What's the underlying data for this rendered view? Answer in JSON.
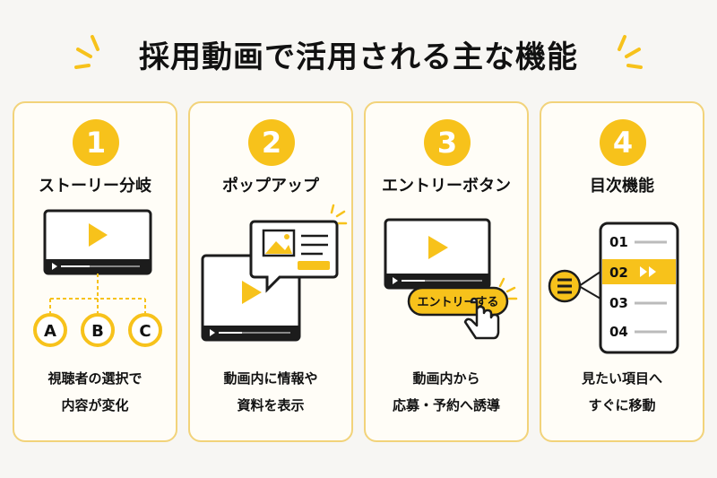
{
  "title": "採用動画で活用される主な機能",
  "colors": {
    "accent": "#f7c21b",
    "dark": "#1c1c1c",
    "card_border": "#f2d37a"
  },
  "cards": [
    {
      "number": "1",
      "title": "ストーリー分岐",
      "options": [
        "A",
        "B",
        "C"
      ],
      "desc": [
        "視聴者の選択で",
        "内容が変化"
      ],
      "icon": "branching-video-icon"
    },
    {
      "number": "2",
      "title": "ポップアップ",
      "desc": [
        "動画内に情報や",
        "資料を表示"
      ],
      "icon": "popup-video-icon"
    },
    {
      "number": "3",
      "title": "エントリーボタン",
      "button_label": "エントリーする",
      "desc": [
        "動画内から",
        "応募・予約へ誘導"
      ],
      "icon": "entry-button-video-icon"
    },
    {
      "number": "4",
      "title": "目次機能",
      "toc": [
        "01",
        "02",
        "03",
        "04"
      ],
      "desc": [
        "見たい項目へ",
        "すぐに移動"
      ],
      "icon": "table-of-contents-icon"
    }
  ]
}
